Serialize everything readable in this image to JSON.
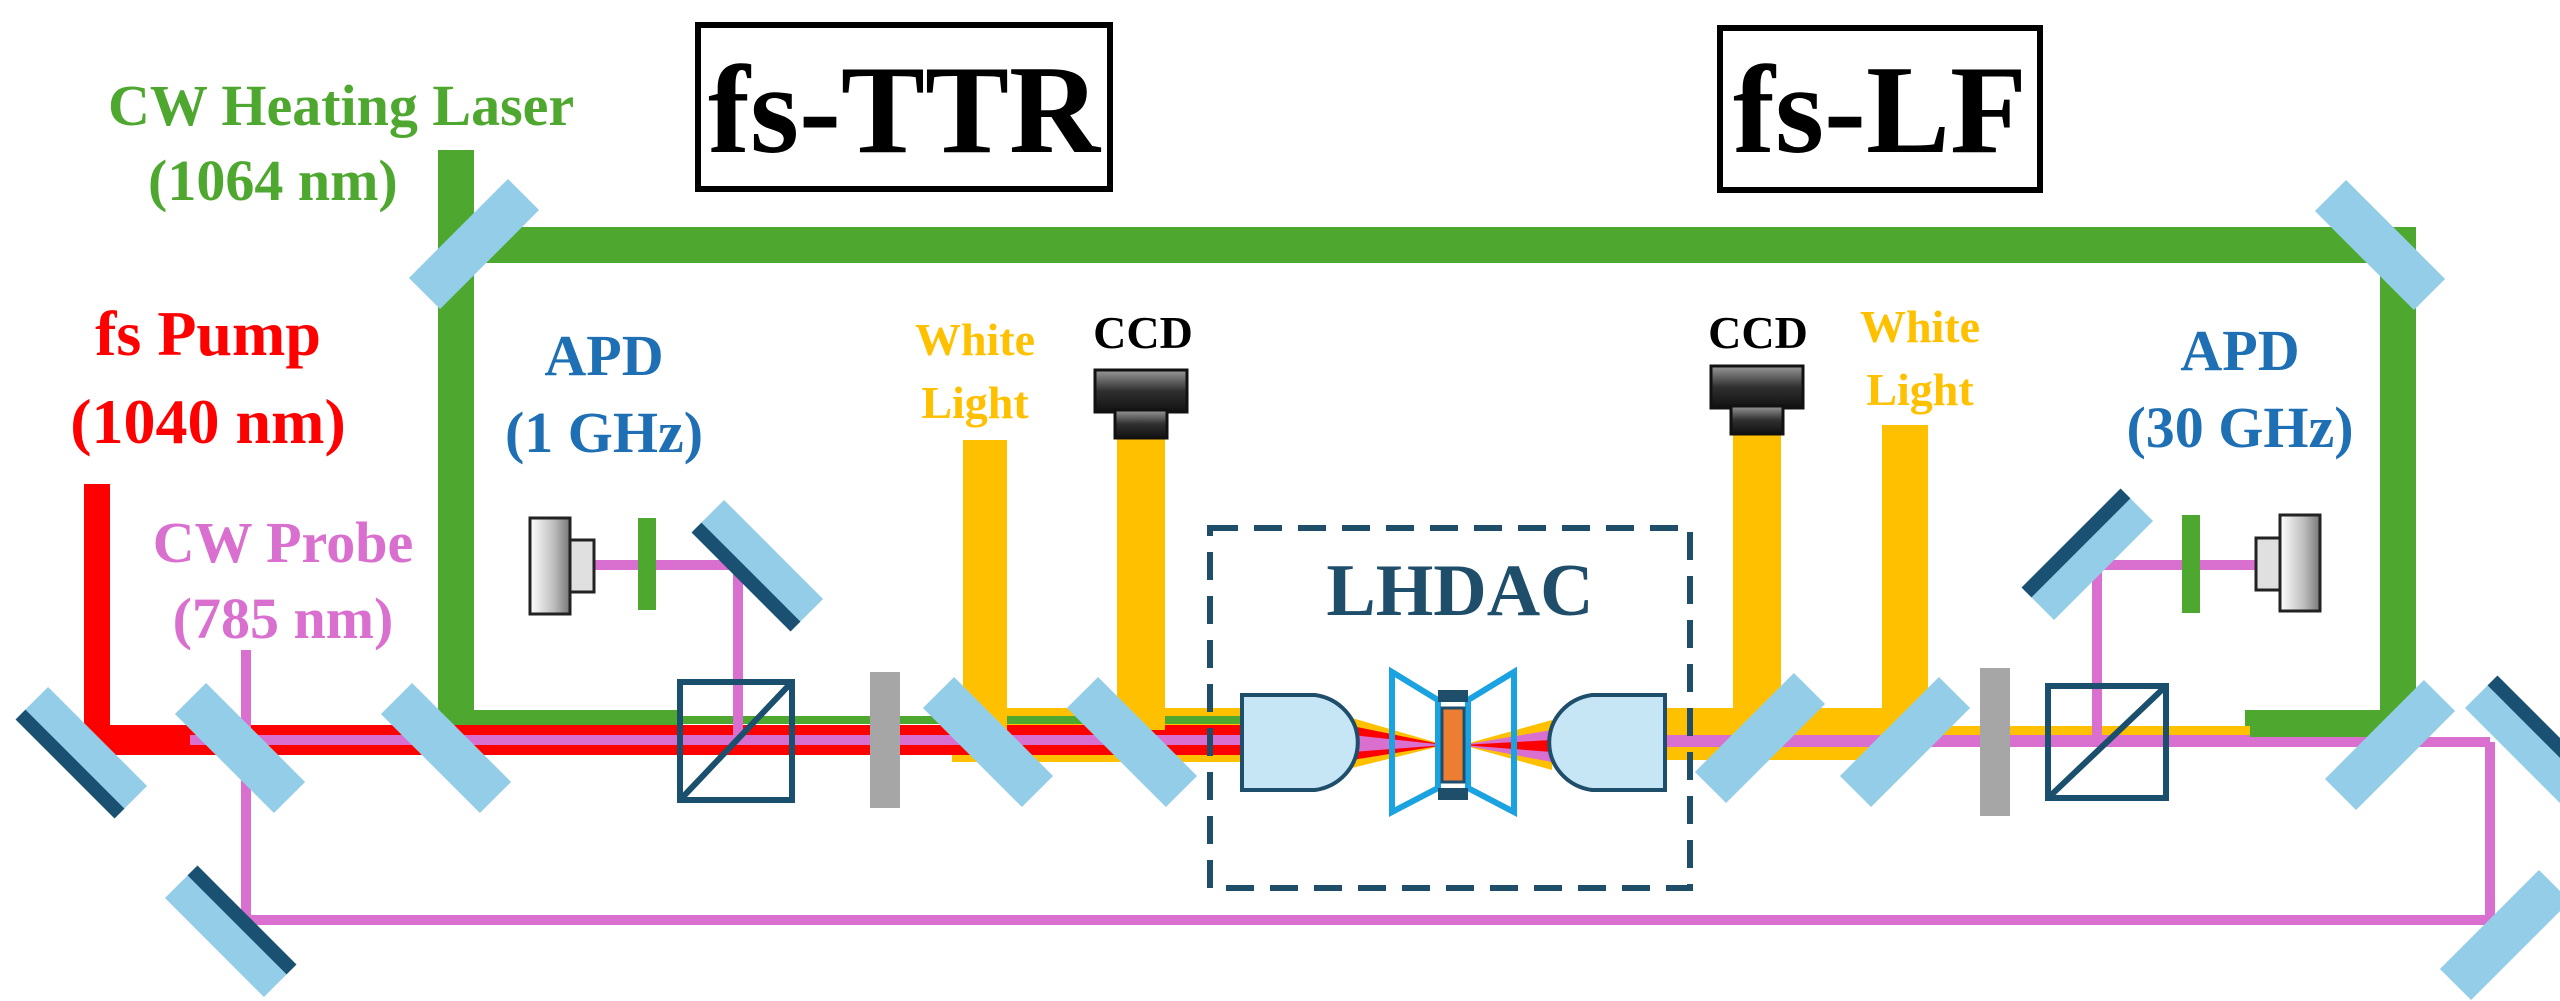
{
  "title_boxes": {
    "left": "fs-TTR",
    "right": "fs-LF"
  },
  "labels": {
    "cw_heating_laser_line1": "CW Heating Laser",
    "cw_heating_laser_line2": "(1064 nm)",
    "fs_pump_line1": "fs Pump",
    "fs_pump_line2": "(1040 nm)",
    "cw_probe_line1": "CW Probe",
    "cw_probe_line2": "(785 nm)",
    "apd_left_line1": "APD",
    "apd_left_line2": "(1 GHz)",
    "apd_right_line1": "APD",
    "apd_right_line2": "(30 GHz)",
    "white_light_left_line1": "White",
    "white_light_left_line2": "Light",
    "white_light_right_line1": "White",
    "white_light_right_line2": "Light",
    "ccd_left": "CCD",
    "ccd_right": "CCD",
    "lhdac": "LHDAC"
  },
  "colors": {
    "heating_laser": "#4ea72e",
    "pump": "#ff0000",
    "probe": "#d96fcf",
    "white_light": "#ffc000",
    "apd_text": "#1f6fb5",
    "mirror": "#94cde8",
    "mirror_dark": "#1a5173",
    "lhdac": "#1f4e6b"
  }
}
